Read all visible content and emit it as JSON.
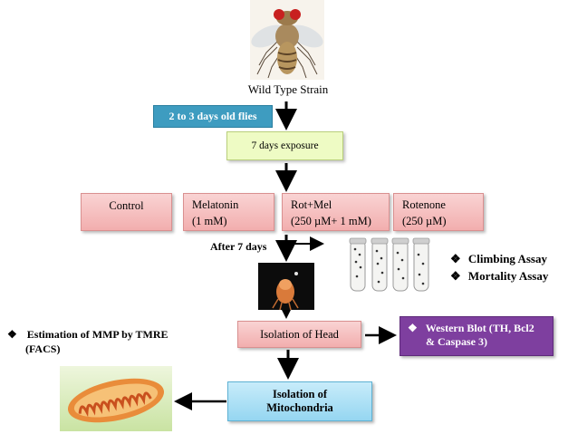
{
  "labels": {
    "wild_type": "Wild Type Strain",
    "age": "2 to 3 days old  flies",
    "exposure": "7 days exposure",
    "after": "After 7 days",
    "isolation_head": "Isolation of Head",
    "isolation_mito_1": "Isolation of",
    "isolation_mito_2": "Mitochondria"
  },
  "groups": [
    {
      "line1": "Control",
      "line2": ""
    },
    {
      "line1": "Melatonin",
      "line2": "(1 mM)"
    },
    {
      "line1": "Rot+Mel",
      "line2": "(250 µM+ 1 mM)"
    },
    {
      "line1": "Rotenone",
      "line2": "(250 µM)"
    }
  ],
  "assays": [
    {
      "bullet": "❖",
      "text": "Climbing Assay"
    },
    {
      "bullet": "❖",
      "text": "Mortality Assay"
    }
  ],
  "western": {
    "bullet": "❖",
    "line1": "Western Blot (TH, Bcl2",
    "line2": "& Caspase 3)"
  },
  "mmp": {
    "bullet": "❖",
    "line1": "Estimation of MMP by TMRE",
    "line2": "(FACS)"
  },
  "colors": {
    "teal": "#3e9cc0",
    "lime": "#eefbc4",
    "pink": "#f5b9b9",
    "purple": "#7e3f9f",
    "cyan": "#a9e0f5"
  }
}
